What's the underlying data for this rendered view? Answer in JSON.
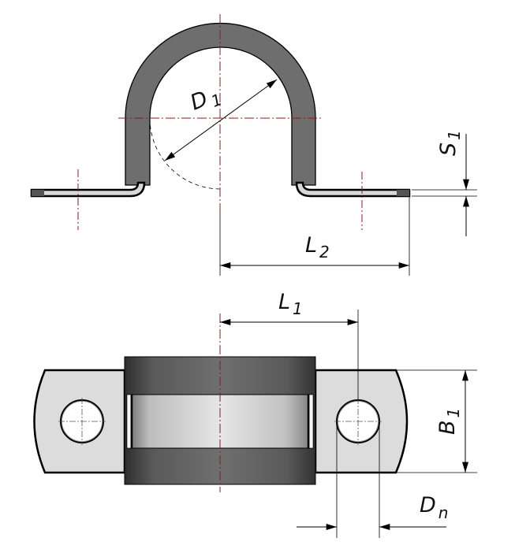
{
  "drawing": {
    "title": "Pipe clamp with rubber liner",
    "views": [
      "side-view",
      "top-view"
    ],
    "dimensions": {
      "D1": {
        "main": "D",
        "sub": "1"
      },
      "S1": {
        "main": "S",
        "sub": "1"
      },
      "L2": {
        "main": "L",
        "sub": "2"
      },
      "L1": {
        "main": "L",
        "sub": "1"
      },
      "B1": {
        "main": "B",
        "sub": "1"
      },
      "Dn": {
        "main": "D",
        "sub": "n"
      }
    },
    "colors": {
      "rubber": "#6e6e6e",
      "metal": "#dcdcdc",
      "outline": "#000000",
      "centerline": "#8b1a1a"
    }
  }
}
